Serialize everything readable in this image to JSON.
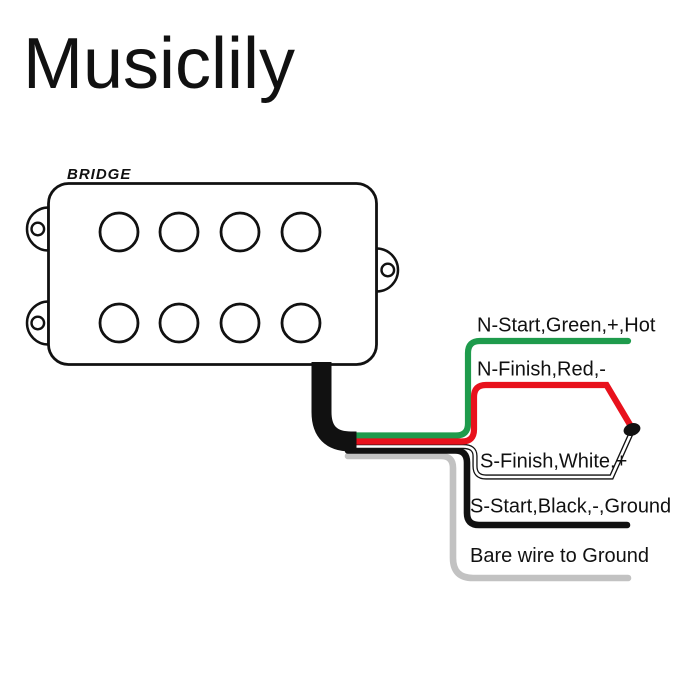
{
  "brand": {
    "title": "Musiclily"
  },
  "pickup": {
    "label": "BRIDGE"
  },
  "wiring": {
    "colors": {
      "green": "#1E9B4C",
      "red": "#E8111C",
      "black": "#111111",
      "white": "#FFFFFF",
      "bare_gray": "#C2C2C2",
      "outline": "#111111",
      "solder": "#111111"
    },
    "labels": {
      "green": "N-Start,Green,+,Hot",
      "red": "N-Finish,Red,-",
      "white": "S-Finish,White,+",
      "black": "S-Start,Black,-,Ground",
      "bare": "Bare wire to Ground"
    }
  }
}
